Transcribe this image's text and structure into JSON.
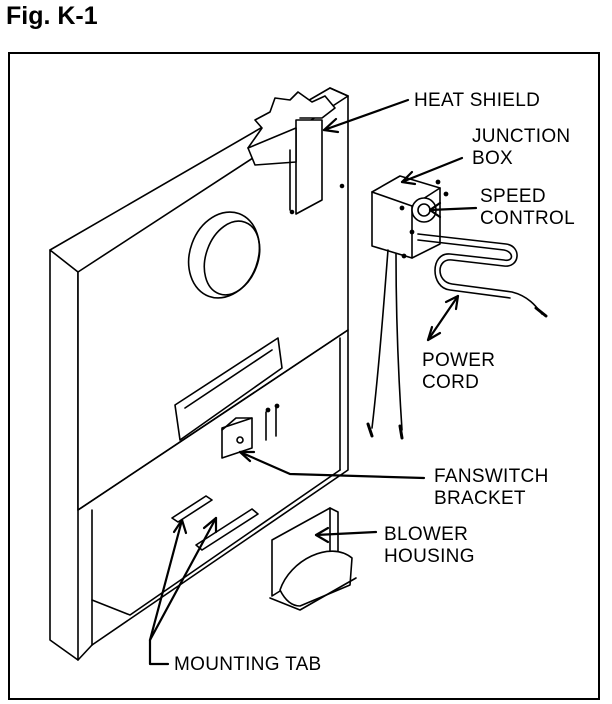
{
  "figure": {
    "title": "Fig. K-1"
  },
  "labels": {
    "heat_shield": "HEAT SHIELD",
    "junction_box": [
      "JUNCTION",
      "BOX"
    ],
    "speed_control": [
      "SPEED",
      "CONTROL"
    ],
    "power_cord": [
      "POWER",
      "CORD"
    ],
    "fanswitch_bracket": [
      "FANSWITCH",
      "BRACKET"
    ],
    "blower_housing": [
      "BLOWER",
      "HOUSING"
    ],
    "mounting_tab": "MOUNTING TAB"
  }
}
